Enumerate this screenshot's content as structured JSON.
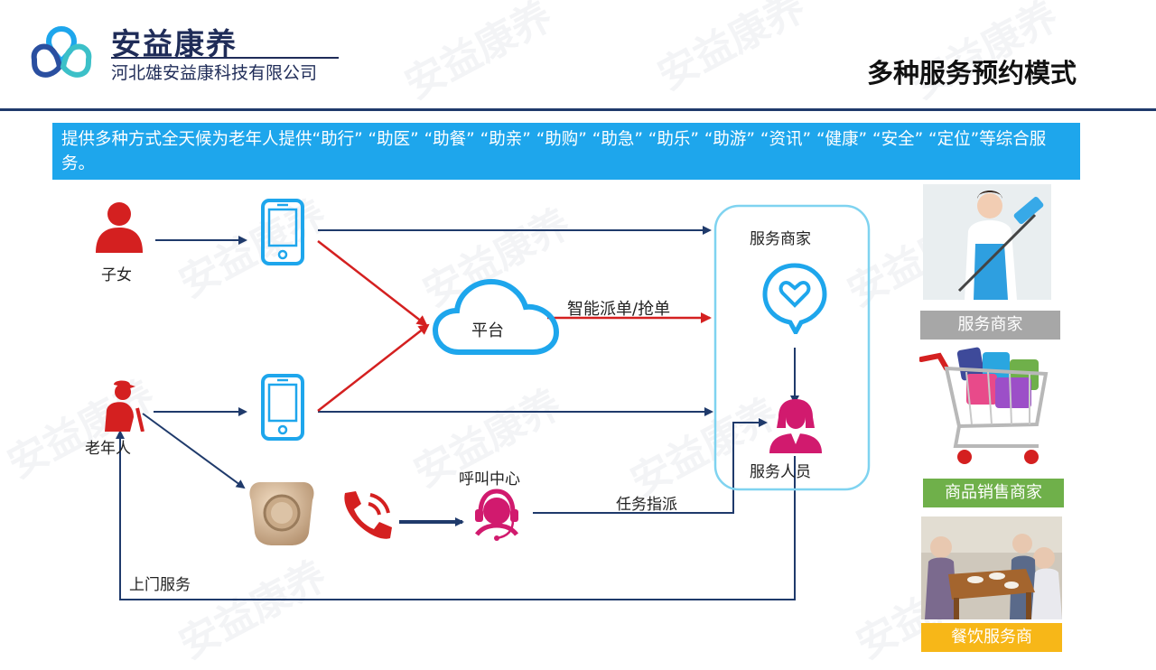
{
  "header": {
    "brand_name": "安益康养",
    "company_name": "河北雄安益康科技有限公司",
    "slide_title": "多种服务预约模式",
    "watermark_text": "安益康养"
  },
  "banner": {
    "text": "提供多种方式全天候为老年人提供“助行” “助医” “助餐” “助亲” “助购” “助急” “助乐” “助游” “资讯” “健康” “安全” “定位”等综合服务。"
  },
  "diagram": {
    "child_label": "子女",
    "elderly_label": "老年人",
    "platform_label": "平台",
    "dispatch_label": "智能派单/抢单",
    "merchant_label": "服务商家",
    "staff_label": "服务人员",
    "call_center_label": "呼叫中心",
    "task_label": "任务指派",
    "door_service_label": "上门服务"
  },
  "side_panels": {
    "service_merchant": "服务商家",
    "goods_merchant": "商品销售商家",
    "catering_merchant": "餐饮服务商"
  },
  "colors": {
    "navy": "#1f3a6b",
    "banner_blue": "#1ea6ec",
    "red": "#d42020",
    "gray_bar": "#a7a7a7",
    "green_bar": "#6fb04a",
    "yellow_bar": "#f7b718"
  }
}
